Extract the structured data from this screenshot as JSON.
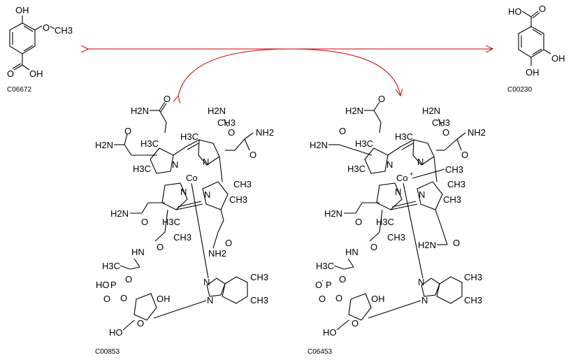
{
  "compounds": {
    "top_left": {
      "id": "C06672",
      "labels": [
        "OH",
        "O",
        "CH3",
        "O",
        "OH"
      ]
    },
    "top_right": {
      "id": "C00230",
      "labels": [
        "HO",
        "O",
        "OH",
        "OH"
      ]
    },
    "bottom_left": {
      "id": "C00853",
      "metal": "Co",
      "phosphate_prefix": "HO"
    },
    "bottom_right": {
      "id": "C06453",
      "metal": "Co",
      "metal_charge": "+",
      "phosphate_prefix": "O",
      "phosphate_charge": "-"
    }
  },
  "labels": {
    "h2n": "H2N",
    "nh2": "NH2",
    "ch3": "CH3",
    "h3c": "H3C",
    "n": "N",
    "o": "O",
    "p": "P",
    "oh": "OH",
    "ho": "HO",
    "hn": "HN",
    "ch3_short": "CH3"
  },
  "colors": {
    "arrow": "#cc0000",
    "structure": "#000000"
  }
}
